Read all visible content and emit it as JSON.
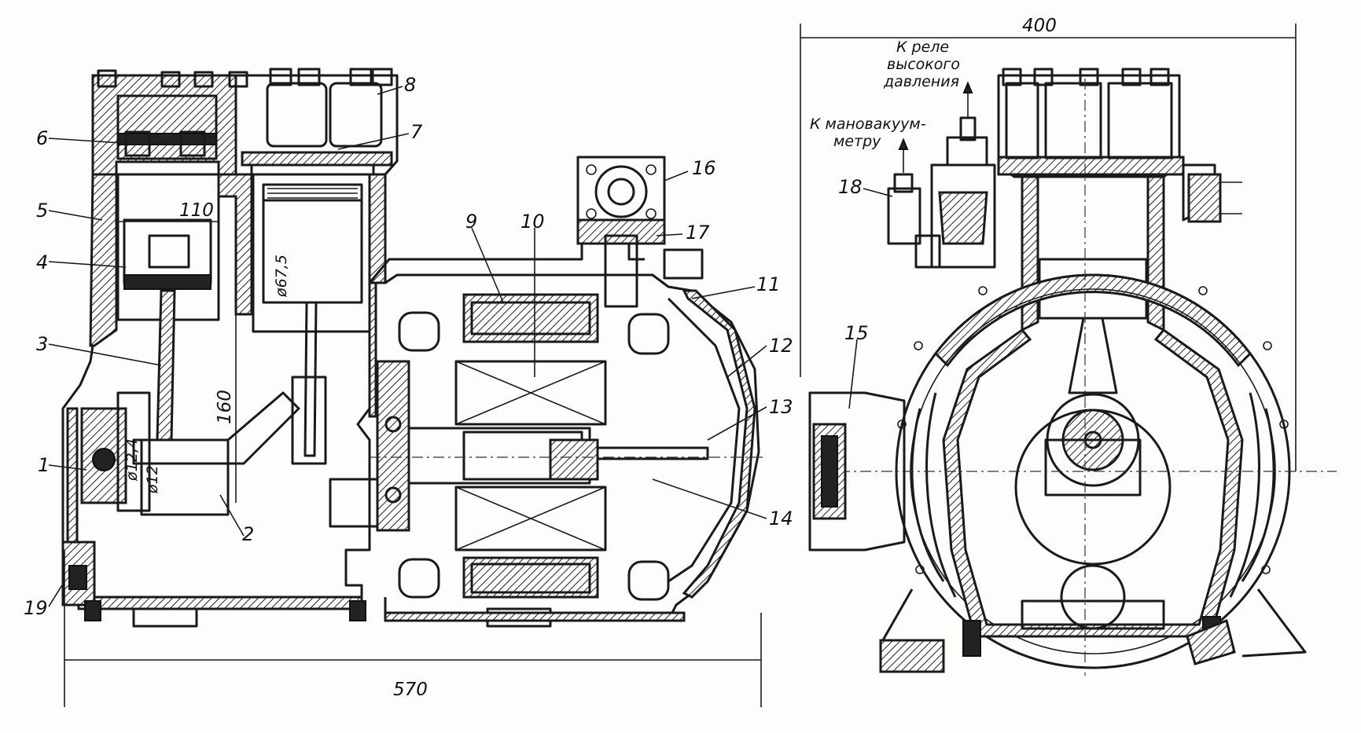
{
  "callouts": [
    "1",
    "2",
    "3",
    "4",
    "5",
    "6",
    "7",
    "8",
    "9",
    "10",
    "11",
    "12",
    "13",
    "14",
    "15",
    "16",
    "17",
    "18",
    "19"
  ],
  "dimensions": {
    "overall_length": "570",
    "overall_width": "400",
    "bore": "110",
    "stroke_distance": "160",
    "piston_dim": "ø67,5",
    "pin_dim_a": "ø12",
    "pin_dim_b": "ø12,4"
  },
  "notes": {
    "high_pressure_relay_1": "К реле",
    "high_pressure_relay_2": "высокого",
    "high_pressure_relay_3": "давления",
    "gauge_1": "К мановакуум-",
    "gauge_2": "метру"
  }
}
